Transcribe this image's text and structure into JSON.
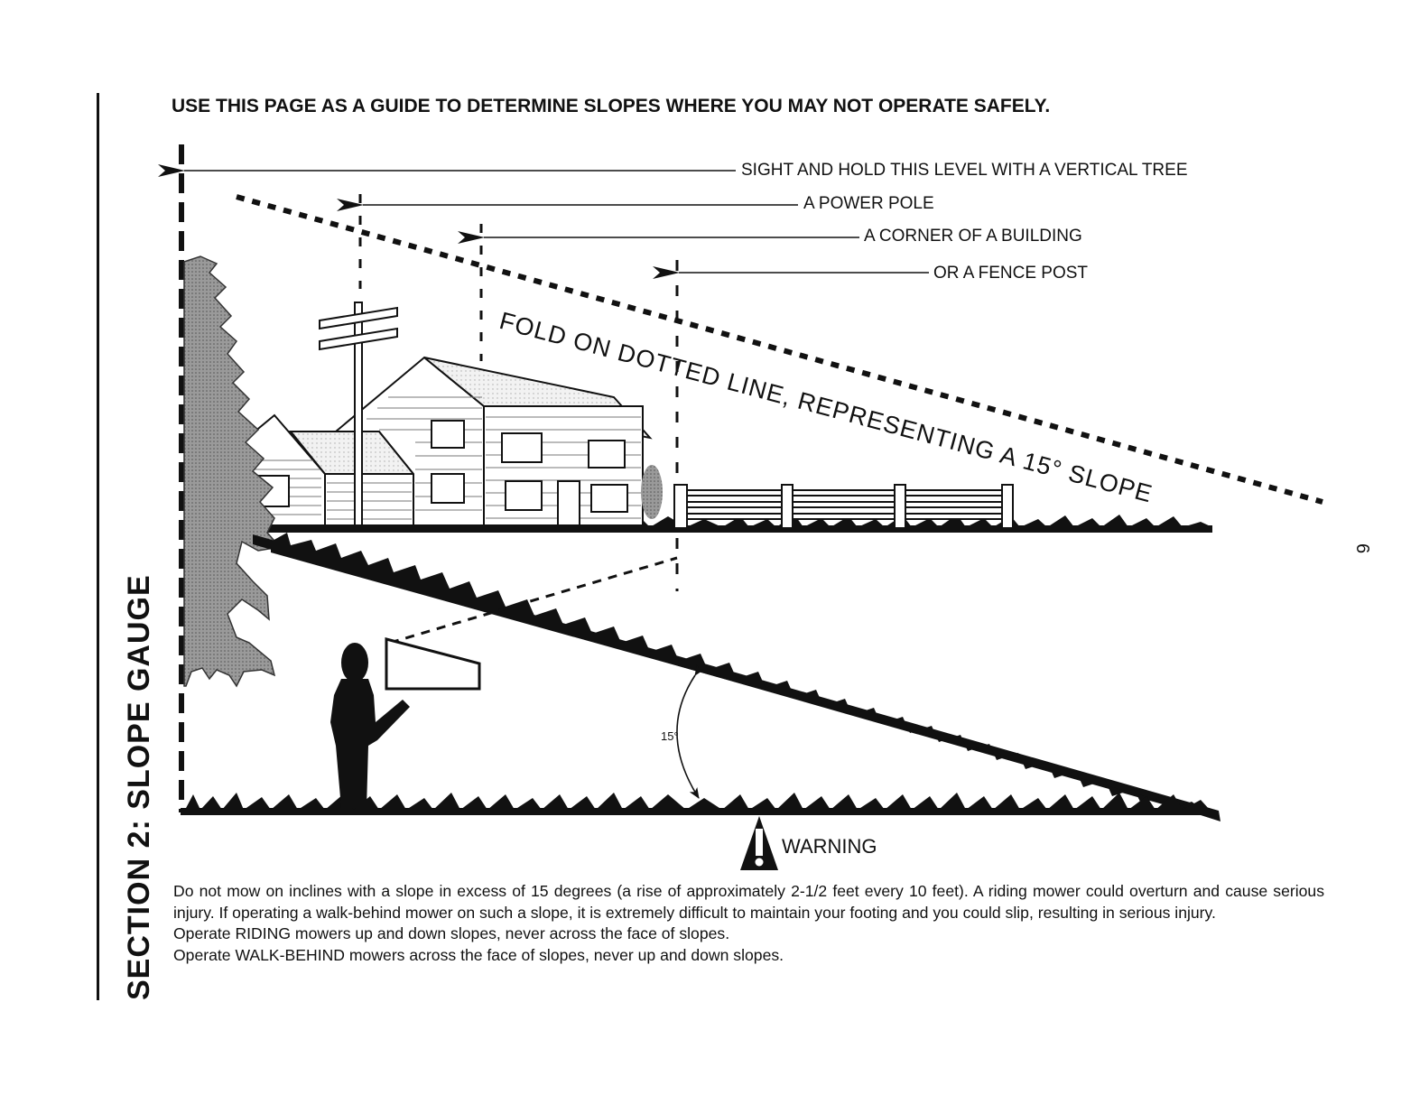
{
  "section": {
    "label": "SECTION 2:  SLOPE GAUGE",
    "page_number": "6"
  },
  "headline": "USE THIS PAGE AS A GUIDE TO DETERMINE SLOPES WHERE YOU MAY NOT OPERATE SAFELY.",
  "callouts": {
    "tree": "SIGHT AND HOLD THIS LEVEL WITH A VERTICAL TREE",
    "pole": "A POWER POLE",
    "building": "A CORNER OF A BUILDING",
    "fence": "OR A FENCE POST"
  },
  "fold_line": "FOLD ON DOTTED LINE, REPRESENTING A 15° SLOPE",
  "angle_label": "15°",
  "warning": {
    "title": "WARNING",
    "paragraph": "Do not mow on inclines with a slope in excess of 15 degrees (a rise of approximately 2-1/2 feet every 10 feet).  A riding mower could overturn and cause serious injury.  If operating a walk-behind mower on such a slope, it is extremely difficult to maintain your footing and you could slip, resulting in serious injury.",
    "riding": "Operate RIDING mowers up and down slopes, never across the face of slopes.",
    "walk_behind": "Operate WALK-BEHIND mowers across the face of slopes, never up and down slopes."
  }
}
